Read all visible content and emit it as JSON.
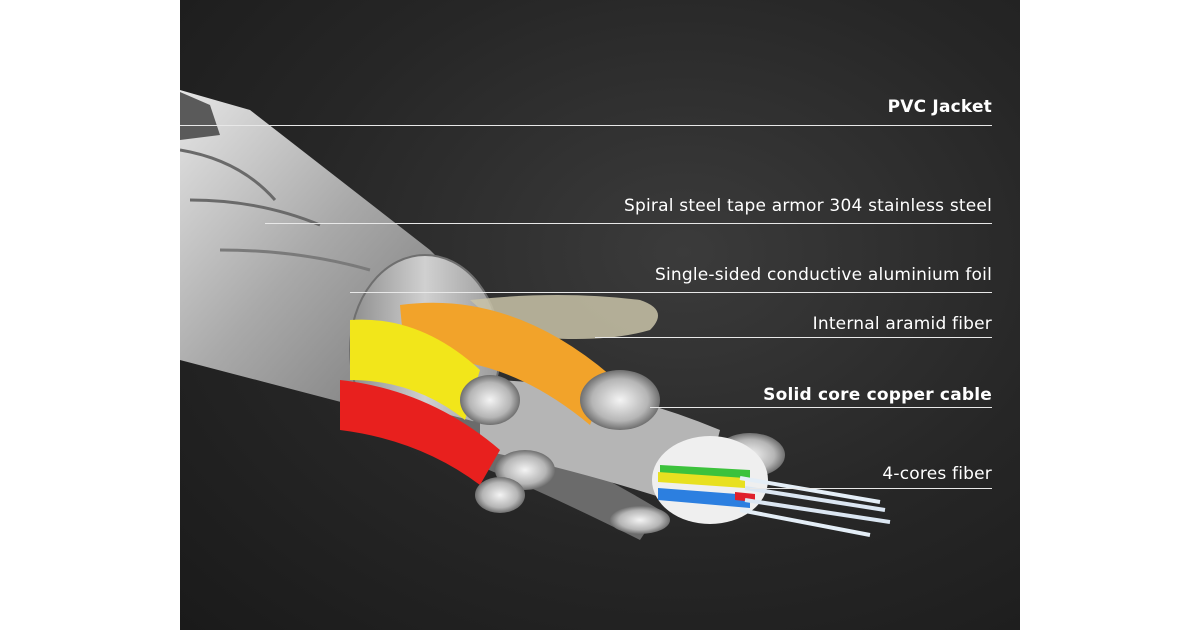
{
  "labels": [
    {
      "id": "pvc-jacket",
      "text": "PVC Jacket",
      "bold": true
    },
    {
      "id": "steel-armor",
      "text": "Spiral steel tape armor 304 stainless steel",
      "bold": false
    },
    {
      "id": "aluminium-foil",
      "text": "Single-sided conductive aluminium foil",
      "bold": false
    },
    {
      "id": "aramid-fiber",
      "text": "Internal aramid fiber",
      "bold": false
    },
    {
      "id": "copper-cable",
      "text": "Solid core copper cable",
      "bold": true
    },
    {
      "id": "fiber-cores",
      "text": "4-cores fiber",
      "bold": false
    }
  ],
  "colors": {
    "yellow_core": "#f2e61a",
    "orange_core": "#f2a32a",
    "red_core": "#e8201e",
    "grey_core": "#b9b9b9",
    "fiber_green": "#3cc23c",
    "fiber_blue": "#2c7fe0",
    "fiber_red": "#e0202a",
    "fiber_yellow": "#e8e020"
  }
}
